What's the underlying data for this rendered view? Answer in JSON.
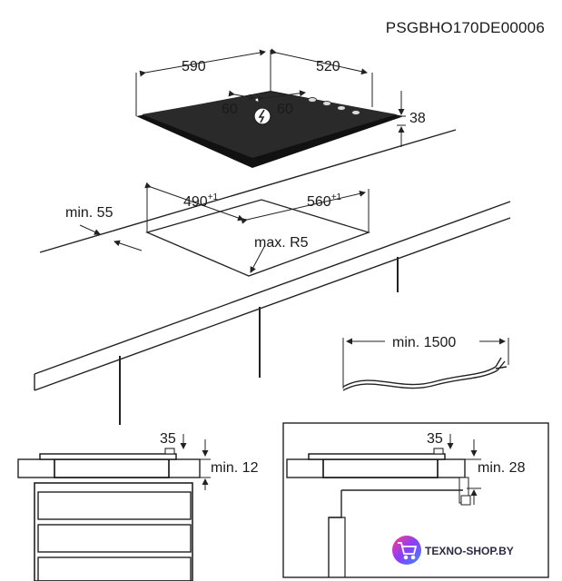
{
  "document_code": "PSGBHO170DE00006",
  "dimensions": {
    "hob_width": "590",
    "hob_depth": "520",
    "burner_spacing_left": "60",
    "burner_spacing_right": "60",
    "hob_height": "38",
    "cutout_width": "490",
    "cutout_width_tolerance": "+1",
    "cutout_depth": "560",
    "cutout_depth_tolerance": "+1",
    "edge_clearance": "min. 55",
    "corner_radius": "max. R5",
    "cable_length": "min. 1500"
  },
  "sections": {
    "left": {
      "top_gap": "35",
      "bottom_gap": "min. 12"
    },
    "right": {
      "top_gap": "35",
      "bottom_gap": "min. 28"
    }
  },
  "watermark": {
    "text": "TEXNO-SHOP.BY",
    "color": "#6b3df0"
  },
  "icons": [
    "power-symbol-icon",
    "cart-icon"
  ]
}
